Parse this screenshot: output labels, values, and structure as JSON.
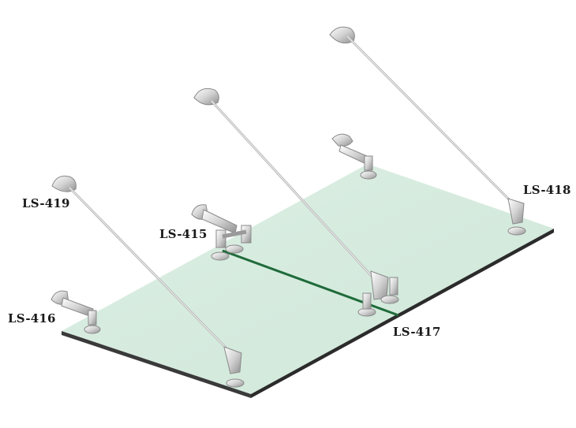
{
  "labels": {
    "ls415": "LS-415",
    "ls416": "LS-416",
    "ls417": "LS-417",
    "ls418": "LS-418",
    "ls419": "LS-419"
  },
  "colors": {
    "glass": "#d6ece0",
    "glass_edge": "#2a2a2a",
    "glass_joint": "#1f6b3a",
    "steel_light": "#f4f4f4",
    "steel_mid": "#c9c9c9",
    "steel_dark": "#8a8a8a"
  }
}
